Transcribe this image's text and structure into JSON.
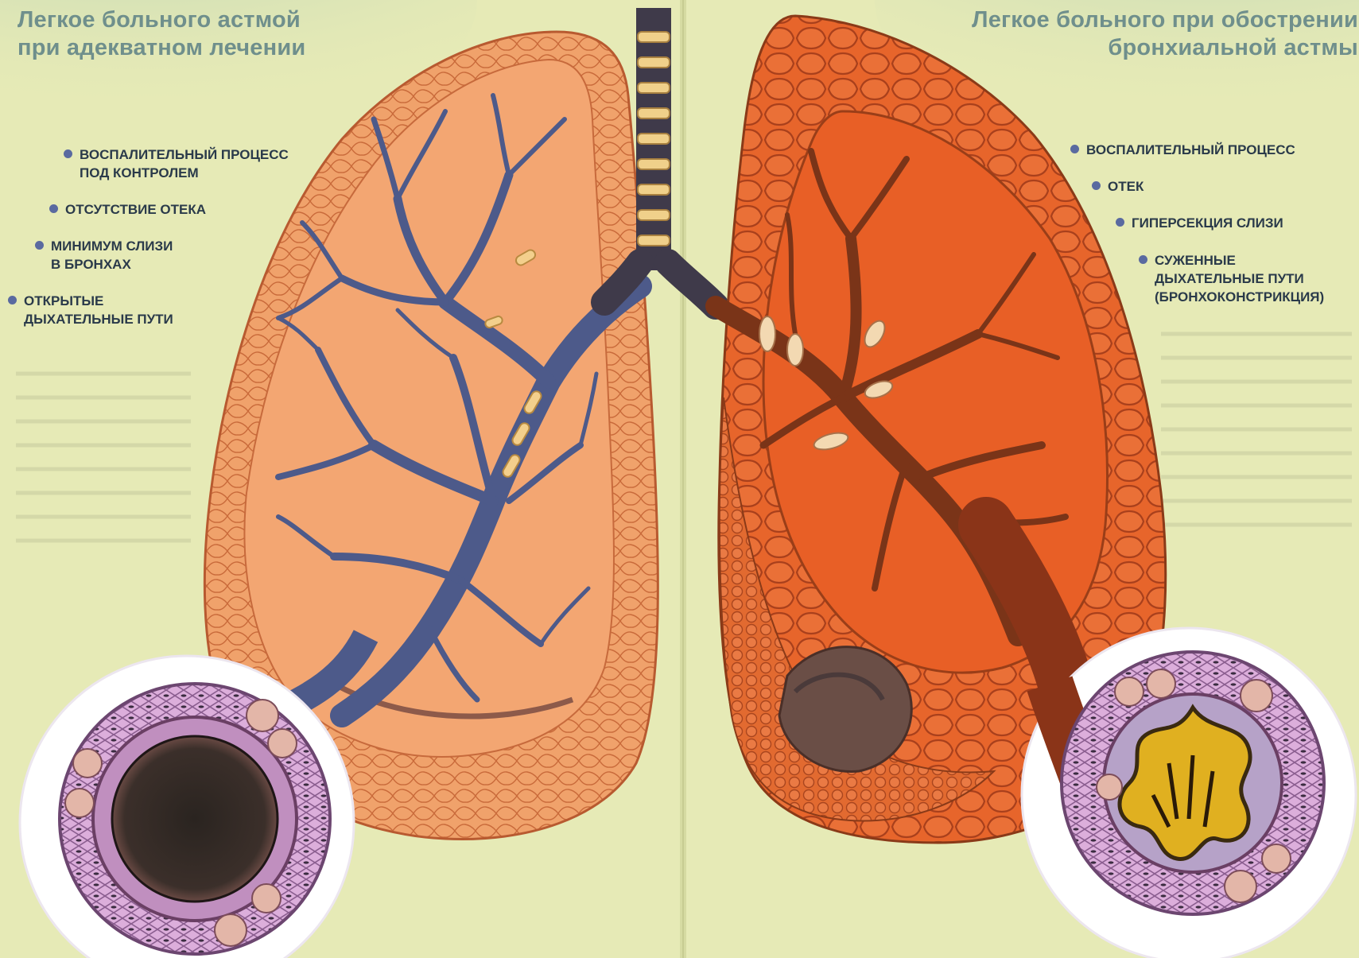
{
  "left": {
    "title_lines": [
      "Легкое больного астмой",
      "при адекватном лечении"
    ],
    "labels": [
      {
        "lines": [
          "ВОСПАЛИТЕЛЬНЫЙ ПРОЦЕСС",
          "ПОД КОНТРОЛЕМ"
        ]
      },
      {
        "lines": [
          "ОТСУТСТВИЕ ОТЕКА"
        ]
      },
      {
        "lines": [
          "МИНИМУМ СЛИЗИ",
          "В БРОНХАХ"
        ]
      },
      {
        "lines": [
          "ОТКРЫТЫЕ",
          "ДЫХАТЕЛЬНЫЕ ПУТИ"
        ]
      }
    ]
  },
  "right": {
    "title_lines": [
      "Легкое больного при обострении",
      "бронхиальной астмы"
    ],
    "labels": [
      {
        "lines": [
          "ВОСПАЛИТЕЛЬНЫЙ ПРОЦЕСС"
        ]
      },
      {
        "lines": [
          "ОТЕК"
        ]
      },
      {
        "lines": [
          "ГИПЕРСЕКЦИЯ СЛИЗИ"
        ]
      },
      {
        "lines": [
          "СУЖЕННЫЕ",
          "ДЫХАТЕЛЬНЫЕ ПУТИ",
          "(БРОНХОКОНСТРИКЦИЯ)"
        ]
      }
    ]
  },
  "colors": {
    "page": "#e6eab6",
    "healthy_lung": "#f2a470",
    "inflamed_lung": "#e8642a",
    "bronchi": "#4d5a8a",
    "cartilage": "#f3cf8c",
    "airway_wall": "#d9a7d3",
    "mucus": "#e0b020",
    "title_text": "#6f8f8c",
    "label_text": "#2a3a4a"
  }
}
